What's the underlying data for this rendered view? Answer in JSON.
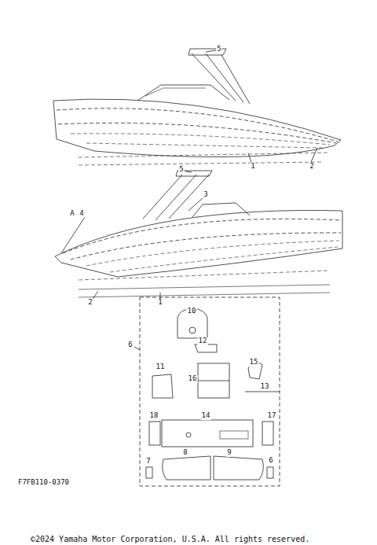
{
  "diagram": {
    "labels": [
      "5",
      "1",
      "2",
      "5",
      "3",
      "A",
      "4",
      "2",
      "1",
      "6",
      "10",
      "12",
      "15",
      "11",
      "16",
      "13",
      "14",
      "18",
      "17",
      "7",
      "8",
      "9",
      "6",
      "F7FB110-0370",
      "©2024 Yamaha Motor Corporation, U.S.A. All rights reserved."
    ]
  }
}
